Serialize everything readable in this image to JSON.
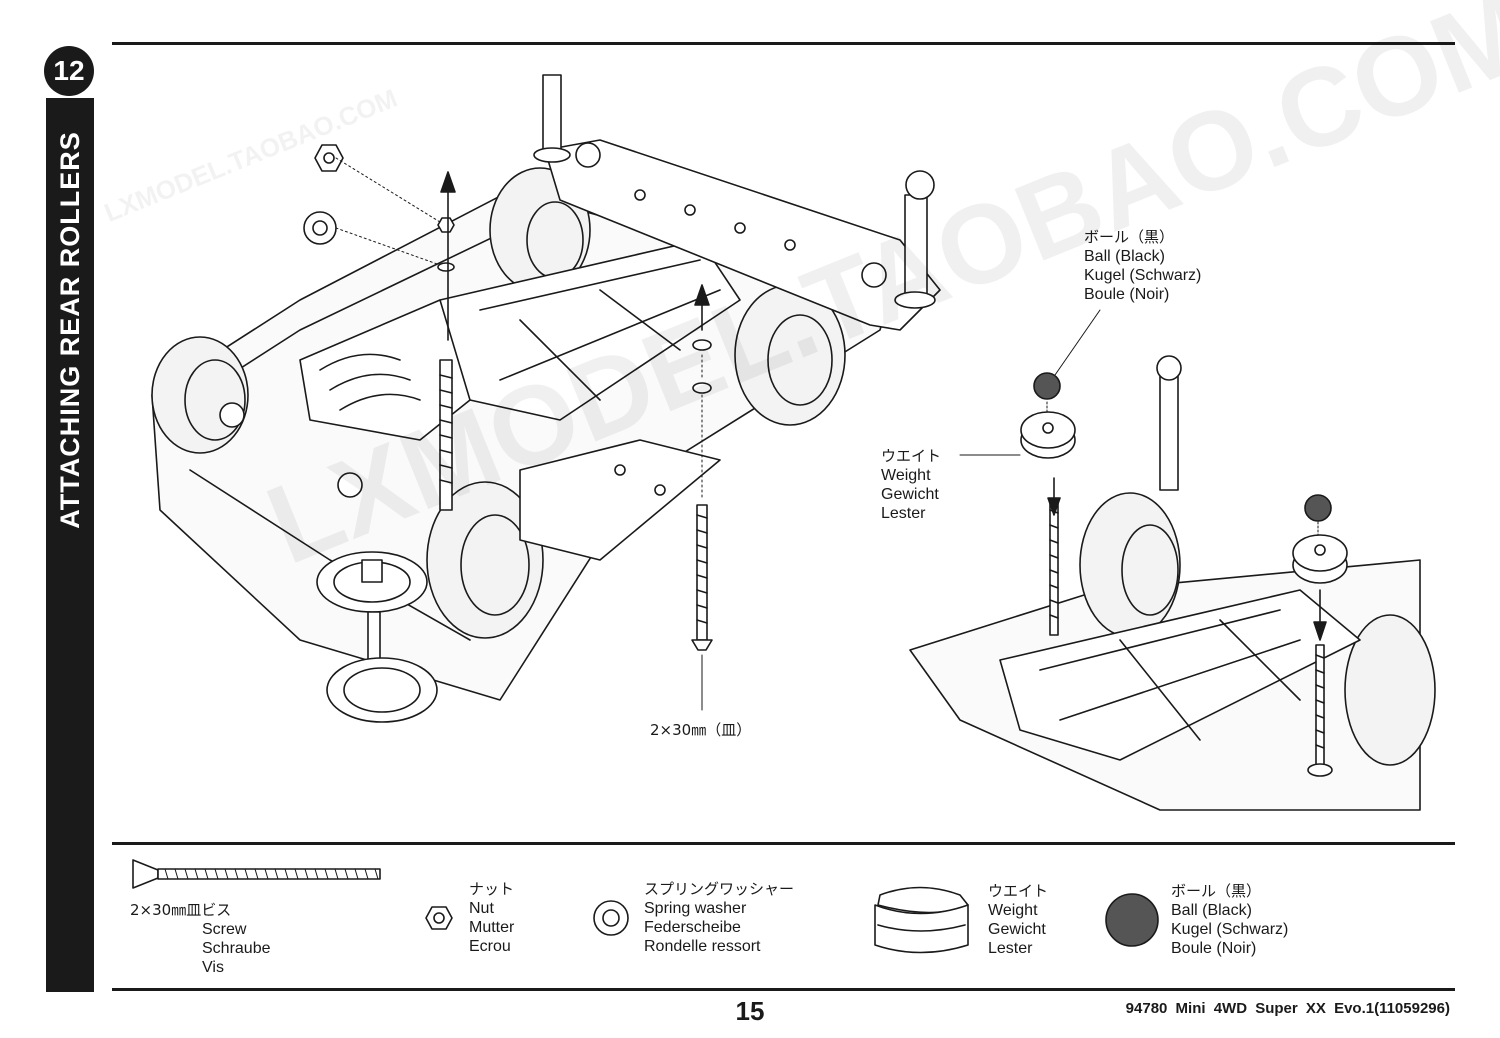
{
  "step": {
    "number": "12",
    "title": "ATTACHING REAR ROLLERS"
  },
  "callouts": {
    "ball": {
      "jp": "ボール（黒）",
      "en": "Ball (Black)",
      "de": "Kugel (Schwarz)",
      "fr": "Boule (Noir)"
    },
    "weight": {
      "jp": "ウエイト",
      "en": "Weight",
      "de": "Gewicht",
      "fr": "Lester"
    },
    "screw_size": "2×30㎜（皿）"
  },
  "parts_legend": [
    {
      "name": "screw",
      "jp": "2×30㎜皿ビス",
      "en": "Screw",
      "de": "Schraube",
      "fr": "Vis"
    },
    {
      "name": "nut",
      "jp": "ナット",
      "en": "Nut",
      "de": "Mutter",
      "fr": "Ecrou"
    },
    {
      "name": "spring-washer",
      "jp": "スプリングワッシャー",
      "en": "Spring washer",
      "de": "Federscheibe",
      "fr": "Rondelle ressort"
    },
    {
      "name": "weight",
      "jp": "ウエイト",
      "en": "Weight",
      "de": "Gewicht",
      "fr": "Lester"
    },
    {
      "name": "ball",
      "jp": "ボール（黒）",
      "en": "Ball (Black)",
      "de": "Kugel (Schwarz)",
      "fr": "Boule (Noir)"
    }
  ],
  "footer": {
    "page_number": "15",
    "model": "94780 Mini 4WD Super XX Evo.1(11059296)"
  },
  "watermarks": {
    "main": "LXMODEL.TAOBAO.COM",
    "small": "LXMODEL.TAOBAO.COM"
  },
  "colors": {
    "ink": "#1a1a1a",
    "ball_fill": "#555555"
  }
}
